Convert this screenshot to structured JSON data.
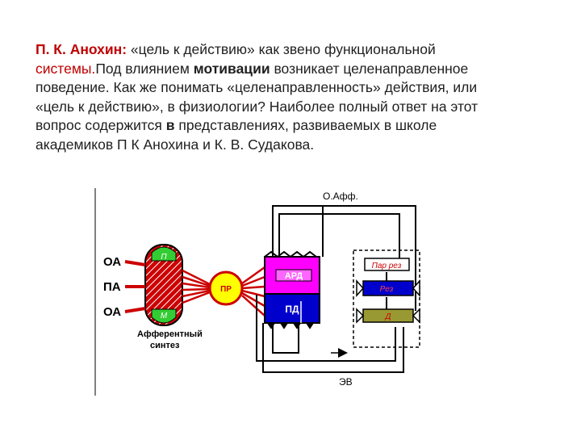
{
  "text": {
    "title_strong": "П. К. Анохин:",
    "title_rest": " «цель к действию» как звено функциональной",
    "line2_accent": "системы.",
    "line2_plain": "Под влиянием ",
    "line2_bold": "мотивации",
    "line2_end": " возникает целенаправленное",
    "line3": "поведение. Как же понимать «целенаправленность» действия, или",
    "line4": "«цель к действию», в физиологии? Наиболее полный ответ на этот",
    "line5_a": "вопрос содержится ",
    "line5_b": "в",
    "line5_c": " представлениях, развиваемых в школе",
    "line6": "академиков П К Анохина и К. В. Судакова."
  },
  "diagram": {
    "label_oaff": "О.Афф.",
    "label_oa_top": "ОА",
    "label_pa": "ПА",
    "label_oa_bottom": "ОА",
    "label_p": "П",
    "label_m": "М",
    "label_pr": "ПР",
    "label_ard": "АРД",
    "label_pd": "ПД",
    "label_parros": "Пар рез",
    "label_rez": "Рез",
    "label_d": "Д",
    "label_afferent_1": "Афферентный",
    "label_afferent_2": "синтез",
    "label_ev": "ЭВ"
  },
  "colors": {
    "accent": "#c00000",
    "magenta": "#ff00ff",
    "blue": "#0000cc",
    "red": "#cc0000",
    "yellow": "#ffff00",
    "green": "#33cc33",
    "olive": "#999933"
  }
}
